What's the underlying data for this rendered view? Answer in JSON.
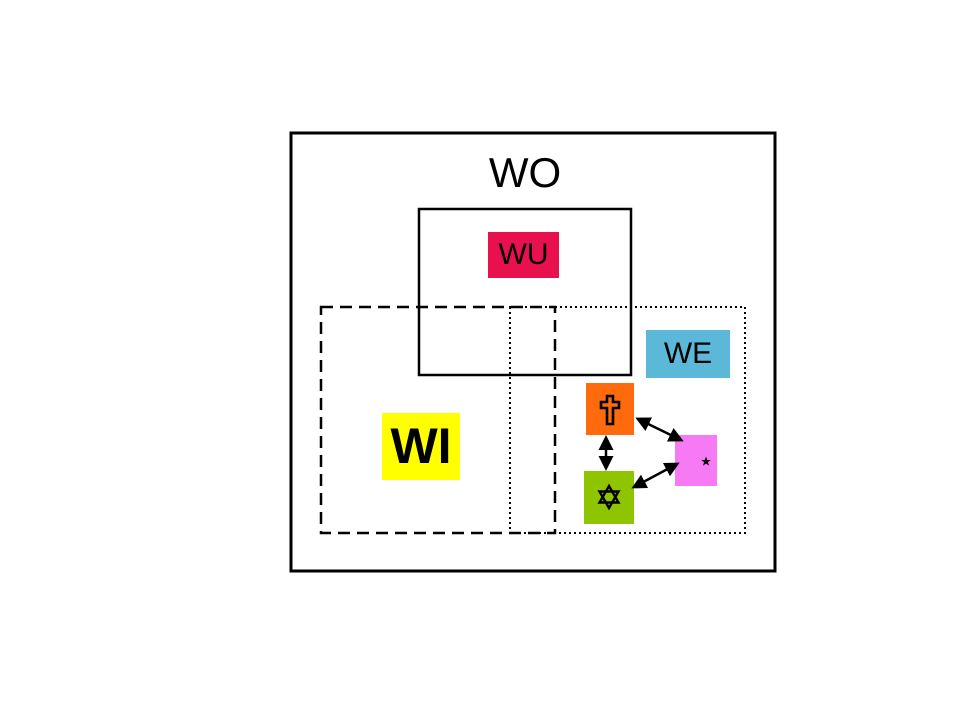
{
  "diagram": {
    "outer_label": "WO",
    "upper_label": "WU",
    "left_label": "WI",
    "right_label": "WE",
    "colors": {
      "upper": "#E8104F",
      "right": "#5BB8D9",
      "left": "#FFFF00",
      "cross_tile": "#FF6A0D",
      "star_tile": "#8FC400",
      "crescent_tile": "#F67AF3",
      "line": "#000000"
    },
    "icons": {
      "cross": "latin-cross-icon",
      "star": "star-of-david-icon",
      "crescent": "crescent-star-icon"
    }
  }
}
